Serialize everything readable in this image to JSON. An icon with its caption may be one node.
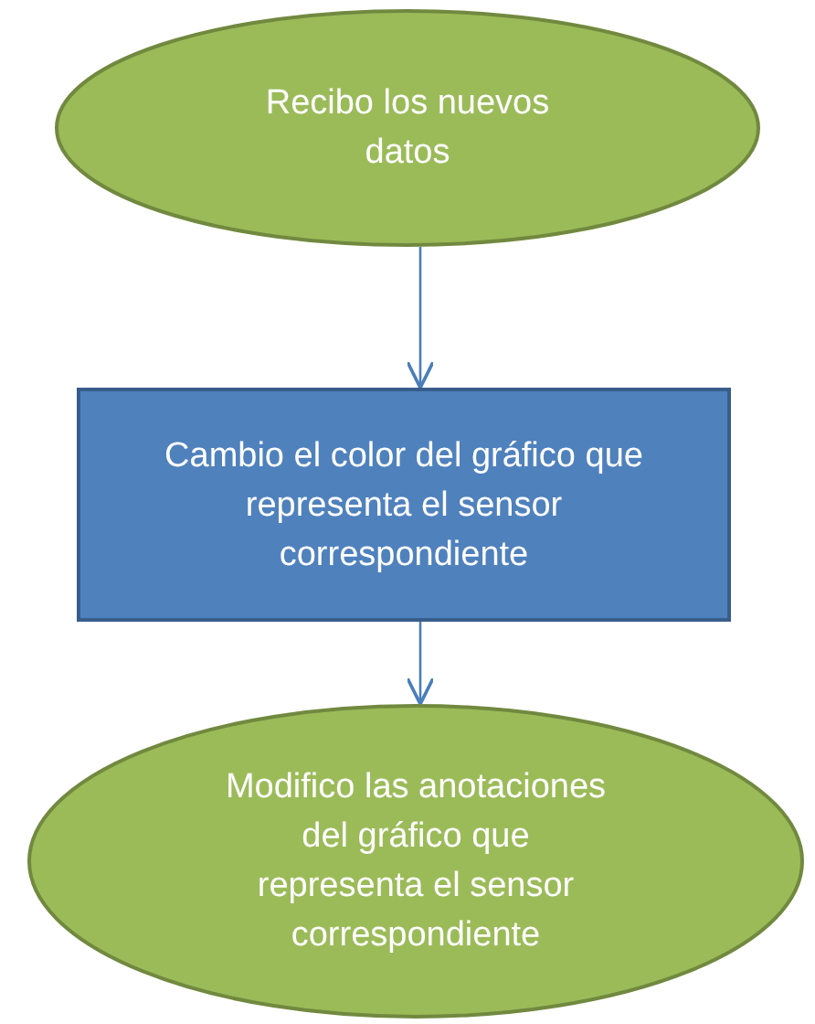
{
  "diagram": {
    "nodes": [
      {
        "text": [
          "Recibo los nuevos datos"
        ]
      },
      {
        "text": [
          "Cambio el color del gráfico que representa el sensor correspondiente"
        ]
      },
      {
        "text": [
          "Modifico las anotaciones del gráfico que representa el sensor correspondiente"
        ]
      }
    ],
    "edges": [
      {
        "from": 0,
        "to": 1,
        "arrow": "to"
      },
      {
        "from": 1,
        "to": 2,
        "arrow": "to"
      }
    ]
  }
}
